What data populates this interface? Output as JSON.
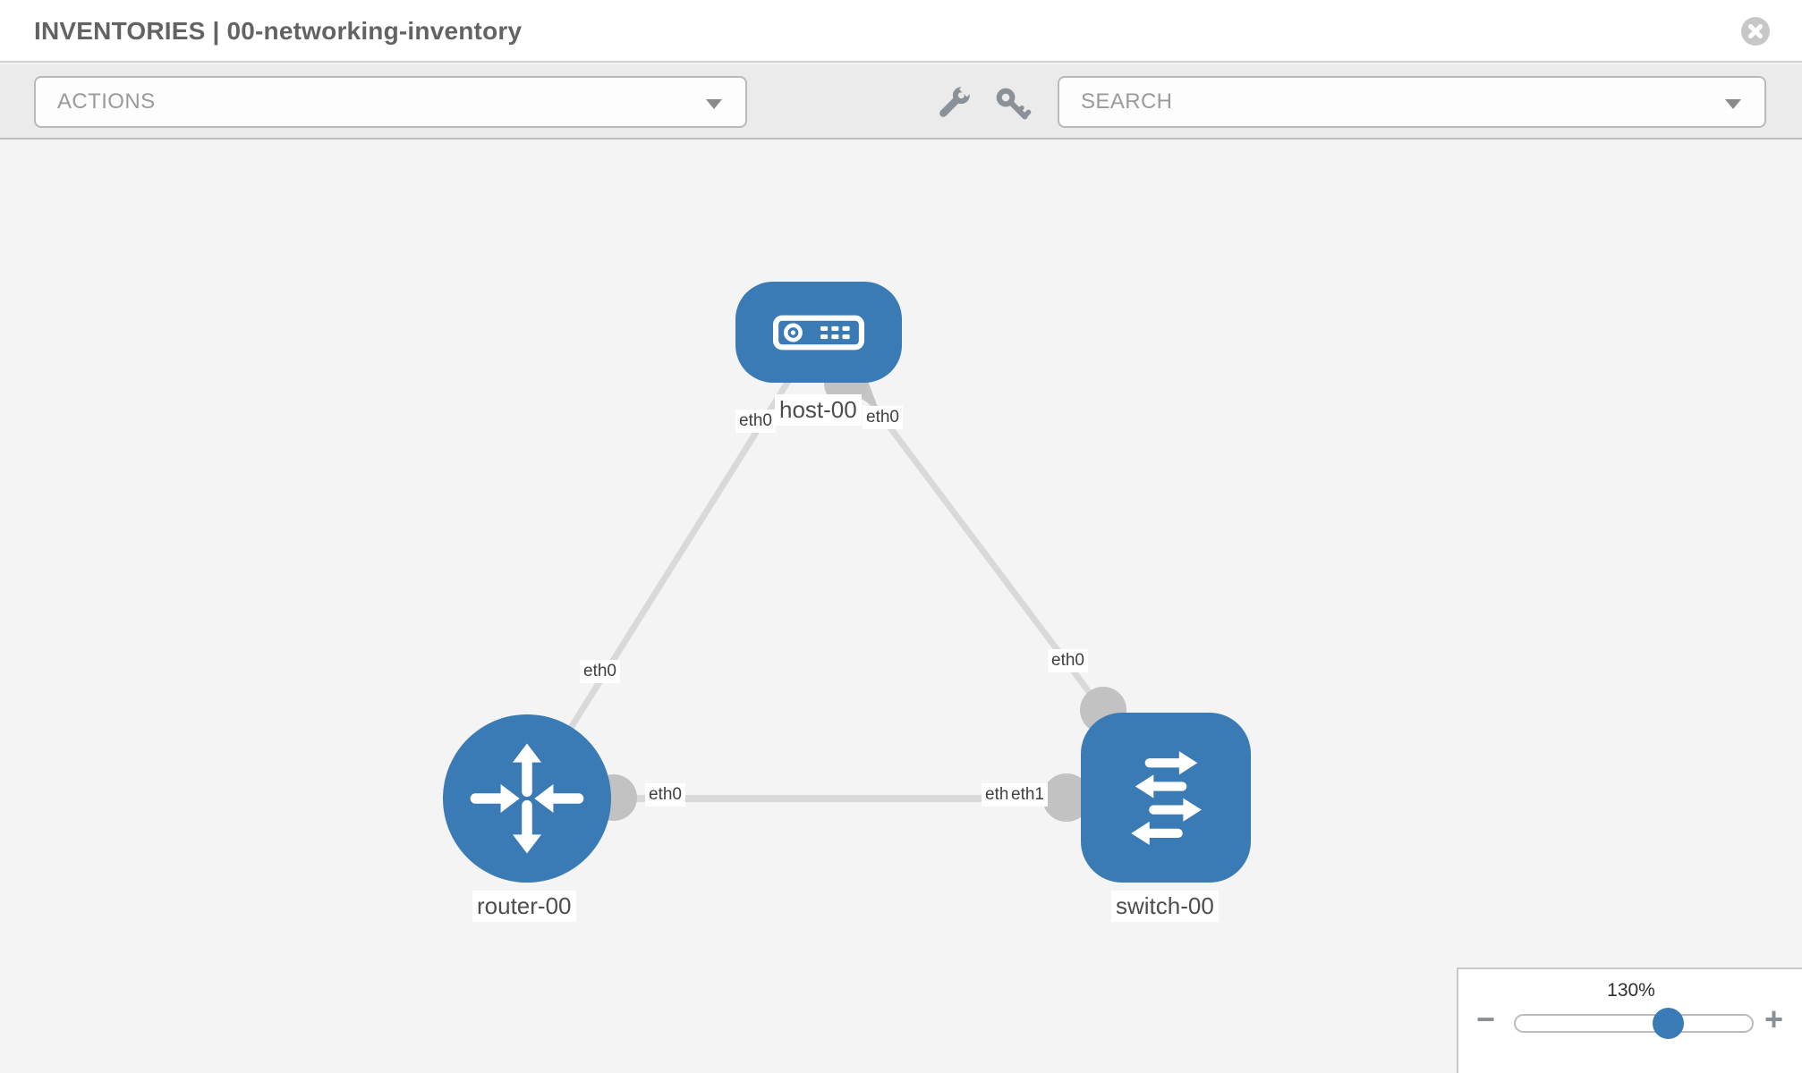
{
  "header": {
    "title": "INVENTORIES | 00-networking-inventory"
  },
  "toolbar": {
    "actions_label": "ACTIONS",
    "search_label": "SEARCH",
    "icons": [
      "wrench-icon",
      "key-icon"
    ]
  },
  "topology": {
    "nodes": [
      {
        "id": "host-00",
        "type": "host",
        "label": "host-00"
      },
      {
        "id": "router-00",
        "type": "router",
        "label": "router-00"
      },
      {
        "id": "switch-00",
        "type": "switch",
        "label": "switch-00"
      }
    ],
    "links": [
      {
        "from": "host-00",
        "from_if": "eth0",
        "to": "router-00",
        "to_if": "eth0"
      },
      {
        "from": "host-00",
        "from_if": "eth0",
        "to": "switch-00",
        "to_if": "eth0"
      },
      {
        "from": "router-00",
        "from_if": "eth0",
        "to": "switch-00",
        "to_if": "eth1",
        "overlapped_if": "eth0"
      }
    ]
  },
  "zoom_control": {
    "percent": "130%",
    "value": 130,
    "minus": "−",
    "plus": "+"
  },
  "colors": {
    "node_blue": "#3a7ab5",
    "link_gray": "#d9d9d9",
    "interface_gray": "#c2c2c2",
    "toolbar_gray": "#ebebeb",
    "canvas_gray": "#f4f4f4"
  }
}
